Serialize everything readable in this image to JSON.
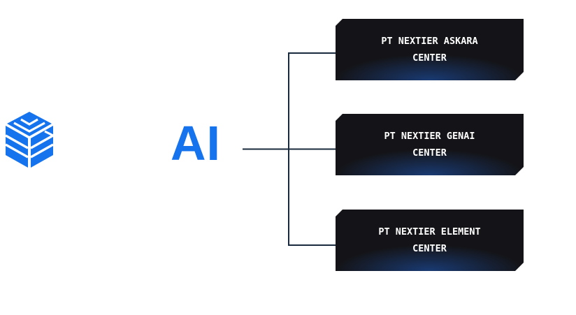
{
  "brand": {
    "logo_icon": "stacked-cube-logo-icon",
    "ai_text": "AI",
    "ai_color": "#1673ee"
  },
  "centers": [
    {
      "label": "PT NEXTIER ASKARA\nCENTER"
    },
    {
      "label": "PT NEXTIER GENAI\nCENTER"
    },
    {
      "label": "PT NEXTIER ELEMENT\nCENTER"
    }
  ],
  "colors": {
    "box_background": "#141418",
    "box_glow": "#1e5abe",
    "connector": "#1a2a3e",
    "logo": "#1673ee"
  }
}
